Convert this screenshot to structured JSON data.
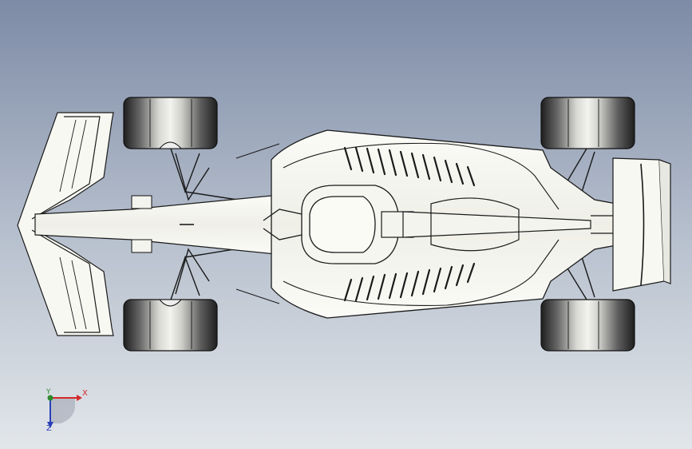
{
  "viewport": {
    "background_top": "#7d8ba6",
    "background_bottom": "#e2e6ea",
    "model_fill": "#f7f7f2",
    "model_stroke": "#1c1c1c"
  },
  "triad": {
    "x_label": "X",
    "y_label": "Y",
    "z_label": "Z",
    "x_color": "#d42a2a",
    "y_color": "#2d8a2d",
    "z_color": "#2a3fb8"
  }
}
